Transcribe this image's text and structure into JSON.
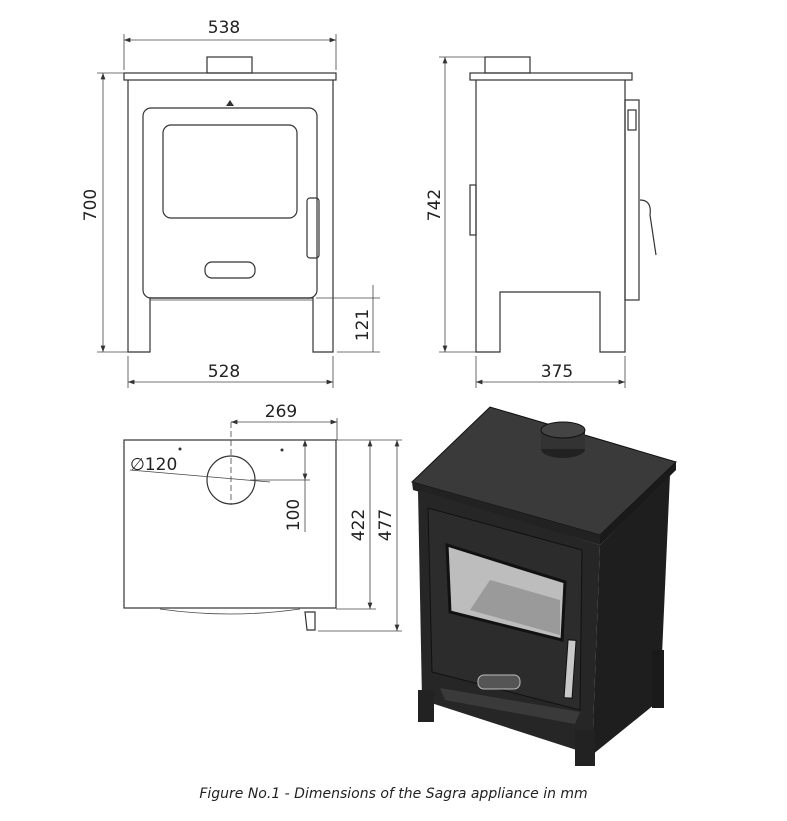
{
  "front_view": {
    "width_top": "538",
    "height": "700",
    "width_base": "528",
    "leg_height": "121"
  },
  "side_view": {
    "height": "742",
    "depth": "375"
  },
  "top_view": {
    "flue_offset": "269",
    "flue_diameter": "∅120",
    "flue_depth": "100",
    "body_depth": "422",
    "total_depth": "477"
  },
  "caption": "Figure No.1 - Dimensions of the Sagra appliance in mm"
}
